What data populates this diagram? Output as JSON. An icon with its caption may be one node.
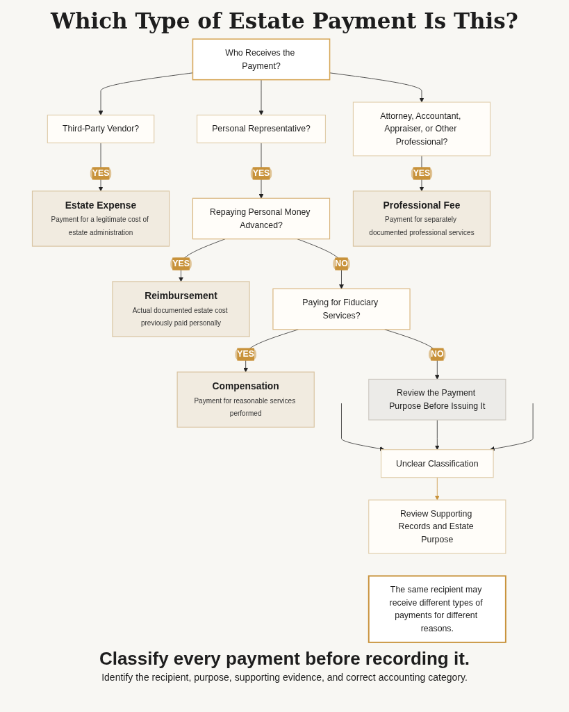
{
  "diagram": {
    "title": "Which Type of Estate Payment Is This?",
    "caption": "Classify every payment before recording it.",
    "nodes": [
      {
        "text": [
          "Who Receives the Payment?"
        ]
      },
      {
        "text": [
          "Third-Party Vendor?"
        ]
      },
      {
        "text": [
          "Personal Representative?"
        ]
      },
      {
        "text": [
          "Attorney, Accountant, Appraiser, or Other Professional?"
        ]
      },
      {
        "text": [
          "Estate Expense",
          "Payment for a legitimate cost of estate administration"
        ]
      },
      {
        "text": [
          "Repaying Personal Money Advanced?"
        ]
      },
      {
        "text": [
          "Professional Fee",
          "Payment for separately documented professional services"
        ]
      },
      {
        "text": [
          "Reimbursement",
          "Actual documented estate cost previously paid personally"
        ]
      },
      {
        "text": [
          "Paying for Fiduciary Services?"
        ]
      },
      {
        "text": [
          "Compensation",
          "Payment for reasonable services performed"
        ]
      },
      {
        "text": [
          "Review the Payment Purpose Before Issuing It"
        ]
      },
      {
        "text": [
          "Unclear Classification"
        ]
      },
      {
        "text": [
          "Review Supporting Records and Estate Purpose"
        ]
      },
      {
        "text": [
          "The same recipient may receive different types of payments for different reasons."
        ]
      }
    ],
    "edges": [
      {
        "from": 0,
        "to": 1,
        "arrow": "to"
      },
      {
        "from": 0,
        "to": 2,
        "arrow": "to"
      },
      {
        "from": 0,
        "to": 3,
        "arrow": "to"
      },
      {
        "from": 1,
        "to": 4,
        "arrow": "to",
        "label": "YES"
      },
      {
        "from": 2,
        "to": 5,
        "arrow": "to",
        "label": "YES"
      },
      {
        "from": 3,
        "to": 6,
        "arrow": "to",
        "label": "YES"
      },
      {
        "from": 5,
        "to": 7,
        "arrow": "to",
        "label": "YES"
      },
      {
        "from": 5,
        "to": 8,
        "arrow": "to",
        "label": "NO"
      },
      {
        "from": 8,
        "to": 9,
        "arrow": "to",
        "label": "YES"
      },
      {
        "from": 8,
        "to": 10,
        "arrow": "to",
        "label": "NO"
      },
      {
        "from": null,
        "to": 11,
        "arrow": "to"
      },
      {
        "from": 10,
        "to": 11,
        "arrow": "to"
      },
      {
        "from": null,
        "to": 11,
        "arrow": "to"
      },
      {
        "from": 11,
        "to": 12,
        "arrow": "to",
        "color": "#c8923a"
      }
    ],
    "labels": [
      "Identify the recipient, purpose, supporting evidence, and correct accounting category."
    ]
  }
}
